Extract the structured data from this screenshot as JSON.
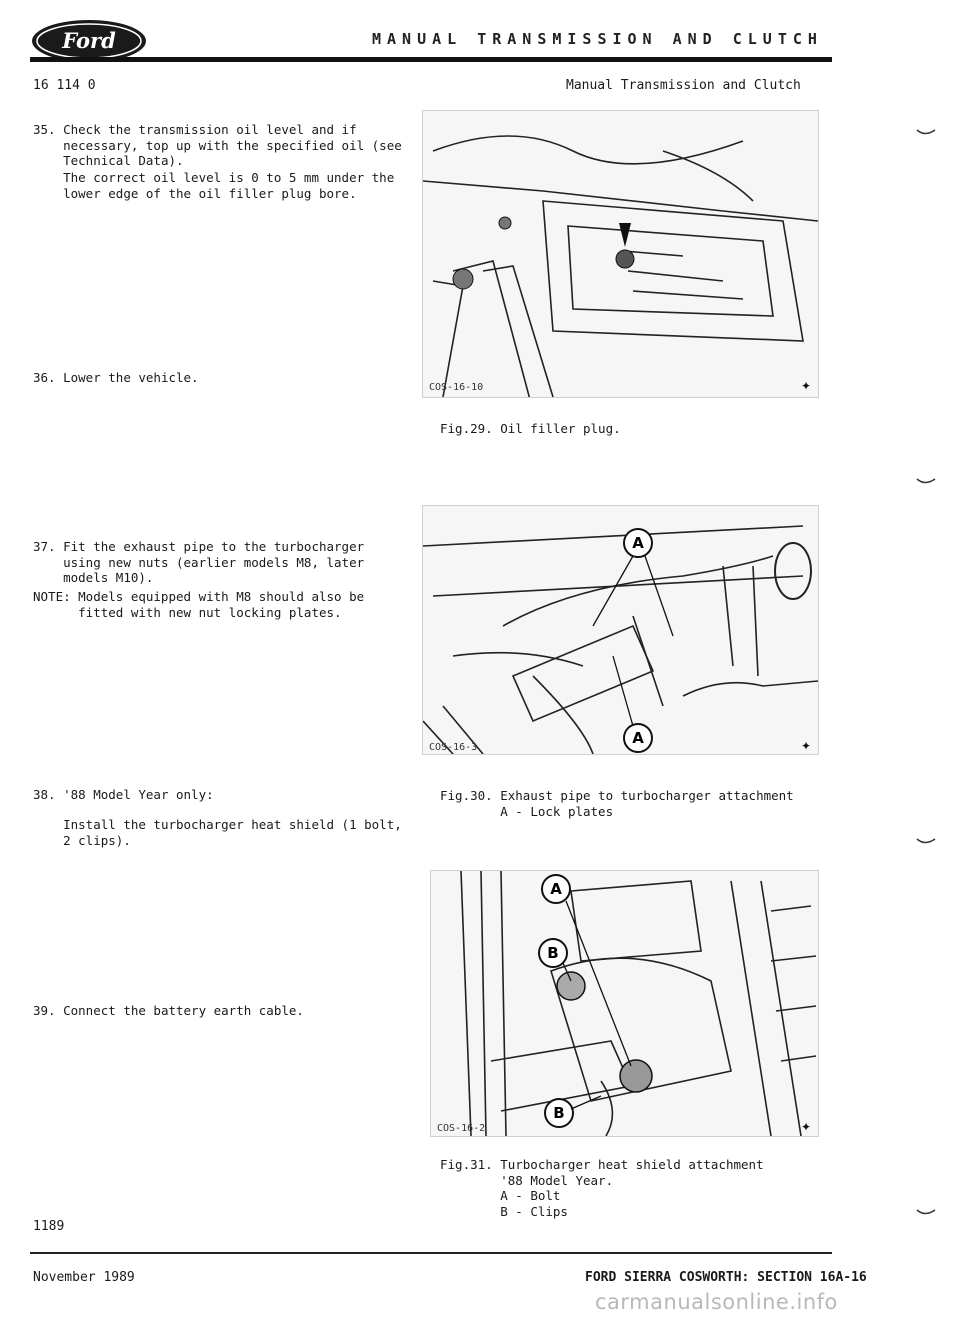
{
  "header": {
    "logo_text": "Ford",
    "title": "MANUAL TRANSMISSION AND CLUTCH",
    "section_number": "16 114 0",
    "section_name": "Manual Transmission and Clutch"
  },
  "steps": [
    {
      "num": "35.",
      "lines": [
        "Check the transmission oil level and if",
        "necessary, top up with the specified oil (see",
        "Technical Data)."
      ],
      "note": [
        "The correct oil level is 0 to 5 mm under the",
        "lower edge of the oil filler plug bore."
      ]
    },
    {
      "num": "36.",
      "lines": [
        "Lower the vehicle."
      ]
    },
    {
      "num": "37.",
      "lines": [
        "Fit the exhaust pipe to the turbocharger",
        "using new nuts (earlier models M8, later",
        "models M10)."
      ],
      "note": [
        "NOTE: Models equipped with M8 should also be",
        "fitted with new nut locking plates."
      ]
    },
    {
      "num": "38.",
      "lines": [
        "'88 Model Year only:"
      ],
      "note": [
        "Install the turbocharger heat shield (1 bolt,",
        "2 clips)."
      ]
    },
    {
      "num": "39.",
      "lines": [
        "Connect the battery earth cable."
      ]
    }
  ],
  "figures": [
    {
      "code": "COS-16-10",
      "caption": [
        "Fig.29. Oil filler plug."
      ],
      "labels": []
    },
    {
      "code": "COS-16-3",
      "caption": [
        "Fig.30. Exhaust pipe to turbocharger attachment",
        "        A - Lock plates"
      ],
      "labels": [
        "A",
        "A"
      ]
    },
    {
      "code": "COS-16-2",
      "caption": [
        "Fig.31. Turbocharger heat shield attachment",
        "        '88 Model Year.",
        "        A - Bolt",
        "        B - Clips"
      ],
      "labels": [
        "A",
        "B",
        "B"
      ]
    }
  ],
  "footer": {
    "page_number": "1189",
    "date": "November 1989",
    "right": "FORD SIERRA COSWORTH: SECTION 16A-16"
  },
  "watermark": "carmanualsonline.info",
  "colors": {
    "ink": "#1a1a1a",
    "logo_bg": "#1a1a1a",
    "watermark": "#b8b8b8"
  }
}
